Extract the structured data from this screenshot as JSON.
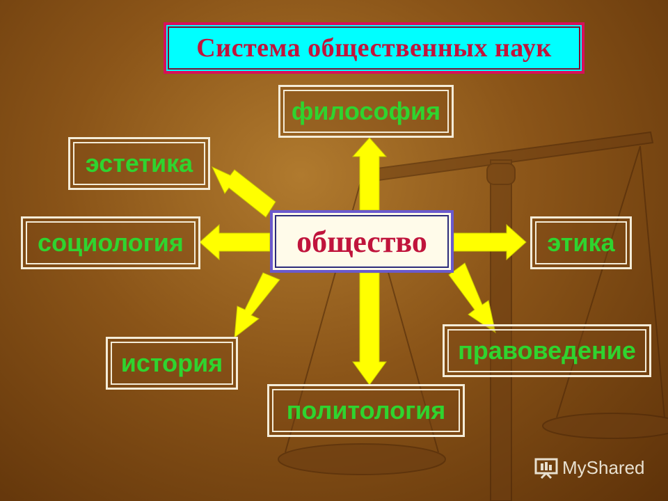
{
  "title": "Система общественных наук",
  "center": "общество",
  "nodes": {
    "philosophy": "философия",
    "aesthetics": "эстетика",
    "sociology": "социология",
    "ethics": "этика",
    "history": "история",
    "law": "правоведение",
    "politics": "политология"
  },
  "watermark": "MyShared",
  "colors": {
    "title_bg": "#00ffff",
    "title_text": "#c0143c",
    "node_text": "#2fd42f",
    "arrow": "#ffff00",
    "center_bg": "#fffbea"
  }
}
